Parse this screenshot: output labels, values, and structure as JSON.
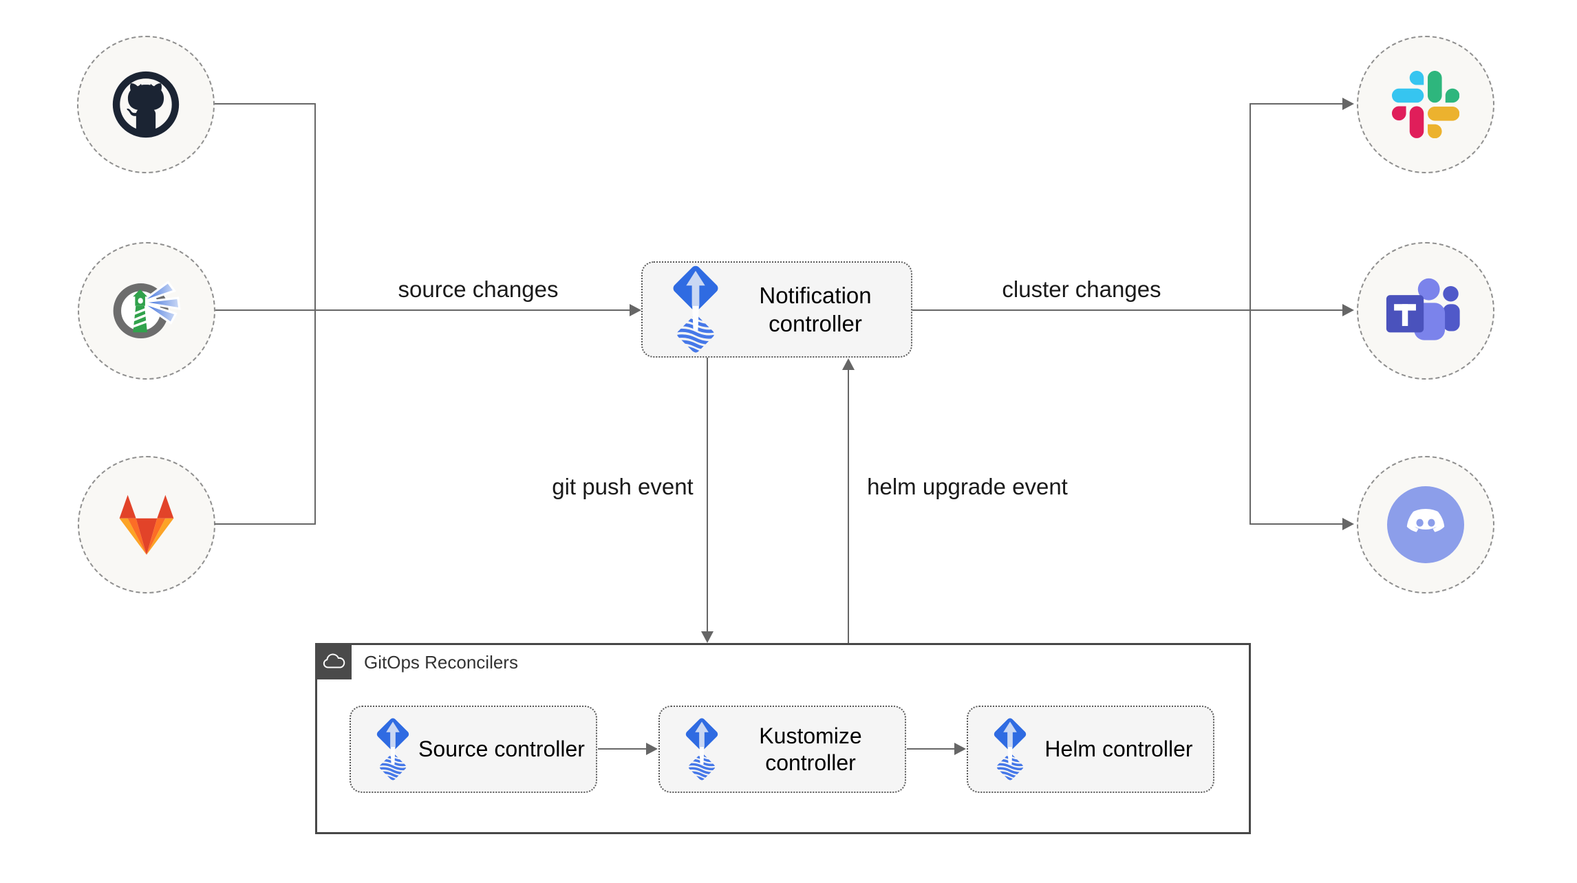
{
  "nodes": {
    "notification_controller": "Notification controller",
    "source_controller": "Source controller",
    "kustomize_controller": "Kustomize controller",
    "helm_controller": "Helm controller"
  },
  "edges": {
    "source_changes": "source changes",
    "cluster_changes": "cluster changes",
    "git_push_event": "git push event",
    "helm_upgrade_event": "helm upgrade event"
  },
  "group": {
    "label": "GitOps Reconcilers"
  },
  "providers": {
    "sources": [
      "github",
      "harbor",
      "gitlab"
    ],
    "notifiers": [
      "slack",
      "microsoft-teams",
      "discord"
    ]
  },
  "colors": {
    "edge": "#666666",
    "label": "#1a1a1a",
    "node_fill": "#f5f5f5",
    "node_border": "#595959",
    "circle_fill": "#f9f8f5",
    "circle_border": "#8f8f8f",
    "group_border": "#474747",
    "badge_bg": "#4a4a4a",
    "flux_blue": "#2f6be2",
    "flux_stripe": "#4678e8",
    "flux_arrow": "#c9d7f3",
    "github": "#1b2433",
    "harbor_ring": "#6d6d6d",
    "harbor_green": "#31a24c",
    "harbor_beam_dark": "#2d63d8",
    "harbor_beam_light": "#ccdaf6",
    "gitlab_red": "#e24329",
    "gitlab_orange": "#fc6d26",
    "gitlab_yellow": "#fca326",
    "slack_blue": "#36C5F0",
    "slack_green": "#2EB67D",
    "slack_yellow": "#ECB22E",
    "slack_red": "#E01E5A",
    "teams_dark": "#4a52bc",
    "teams_mid": "#5059c9",
    "teams_light": "#7b83eb",
    "discord": "#8c9eea"
  }
}
